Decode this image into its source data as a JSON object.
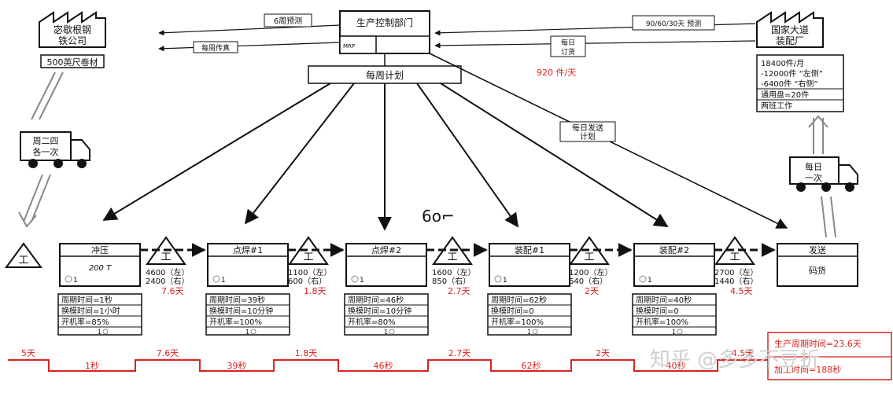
{
  "top": {
    "control": {
      "title": "生产控制部门",
      "mrp": "MRP"
    },
    "supplier": {
      "name_line1": "宓歇根钢",
      "name_line2": "铁公司",
      "material": "500英尺卷材"
    },
    "customer": {
      "name_line1": "国家大道",
      "name_line2": "装配厂",
      "demand": [
        "18400件/月",
        "-12000件 “左侧”",
        "-6400件 “右侧”"
      ],
      "tray": "通用盘=20件",
      "shift": "两班工作"
    },
    "six_week_forecast": "6周预测",
    "weekly_fax": "每周传真",
    "customer_forecast": "90/60/30天 预测",
    "daily_order_line1": "每日",
    "daily_order_line2": "订货",
    "takt": "920 件/天",
    "weekly_schedule": "每周计划",
    "daily_ship_line1": "每日发送",
    "daily_ship_line2": "计划",
    "truck_in_line1": "周二四",
    "truck_in_line2": "各一次",
    "truck_out_line1": "每日",
    "truck_out_line2": "一次",
    "glasses": "6o⌐"
  },
  "inventory_marker": "工",
  "processes": [
    {
      "name": "冲压",
      "sub": "200 T",
      "operators": "1",
      "cycle": "周期时间=1秒",
      "changeover": "换模时间=1小时",
      "uptime": "开机率=85%",
      "footer": "1"
    },
    {
      "name": "点焊#1",
      "sub": "",
      "operators": "1",
      "cycle": "周期时间=39秒",
      "changeover": "换模时间=10分钟",
      "uptime": "开机率=100%",
      "footer": "1"
    },
    {
      "name": "点焊#2",
      "sub": "",
      "operators": "1",
      "cycle": "周期时间=46秒",
      "changeover": "换模时间=10分钟",
      "uptime": "开机率=80%",
      "footer": "1"
    },
    {
      "name": "装配#1",
      "sub": "",
      "operators": "1",
      "cycle": "周期时间=62秒",
      "changeover": "换模时间=0",
      "uptime": "开机率=100%",
      "footer": "1"
    },
    {
      "name": "装配#2",
      "sub": "",
      "operators": "1",
      "cycle": "周期时间=40秒",
      "changeover": "换模时间=0",
      "uptime": "开机率=100%",
      "footer": "1"
    },
    {
      "name": "发送",
      "sub": "码货",
      "operators": "",
      "cycle": "",
      "changeover": "",
      "uptime": "",
      "footer": ""
    }
  ],
  "inventories": [
    {
      "left": "4600（左）",
      "right": "2400（右）",
      "days": "7.6天"
    },
    {
      "left": "1100（左）",
      "right": "600（右）",
      "days": "1.8天"
    },
    {
      "left": "1600（左）",
      "right": "850（右）",
      "days": "2.7天"
    },
    {
      "left": "1200（左）",
      "right": "640（右）",
      "days": "2天"
    },
    {
      "left": "2700（左）",
      "right": "1440（右）",
      "days": "4.5天"
    }
  ],
  "timeline": {
    "waits": [
      "5天",
      "7.6天",
      "1.8天",
      "2.7天",
      "2天",
      "4.5天"
    ],
    "process_times": [
      "1秒",
      "39秒",
      "46秒",
      "62秒",
      "40秒"
    ],
    "lead_time": "生产周期时间=23.6天",
    "processing_time": "加工时间=188秒"
  },
  "watermark": "知乎 @多多不豆折",
  "colors": {
    "accent": "#d9231f"
  }
}
